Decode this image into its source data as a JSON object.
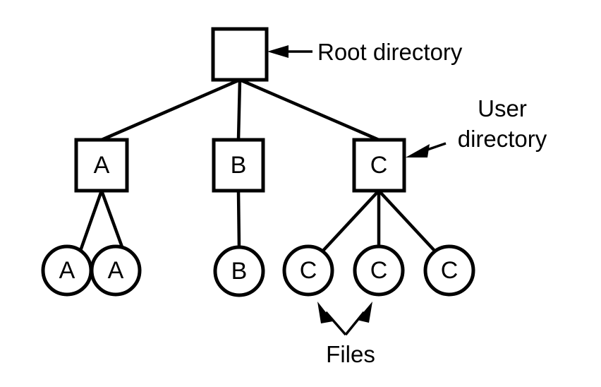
{
  "diagram": {
    "title_visible": false,
    "background_color": "#ffffff",
    "stroke_color": "#000000",
    "nodes": {
      "root": {
        "label": "",
        "shape": "square"
      },
      "directories": [
        {
          "label": "A",
          "shape": "square"
        },
        {
          "label": "B",
          "shape": "square"
        },
        {
          "label": "C",
          "shape": "square"
        }
      ],
      "files": [
        {
          "label": "A",
          "shape": "circle"
        },
        {
          "label": "A",
          "shape": "circle"
        },
        {
          "label": "B",
          "shape": "circle"
        },
        {
          "label": "C",
          "shape": "circle"
        },
        {
          "label": "C",
          "shape": "circle"
        },
        {
          "label": "C",
          "shape": "circle"
        }
      ]
    },
    "annotations": {
      "root_directory": "Root directory",
      "user_directory_line1": "User",
      "user_directory_line2": "directory",
      "files": "Files"
    }
  }
}
